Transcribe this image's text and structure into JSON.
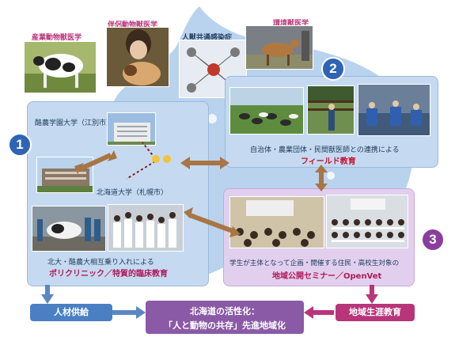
{
  "colors": {
    "map_blue": "#b9d3ee",
    "section_blue": "#4a7fc4",
    "section_purple": "#8a5aa6",
    "arrow_brown": "#a87544",
    "arrow_blue": "#5a87c4",
    "arrow_magenta": "#b8357a",
    "highlight_orange": "#f5c23a",
    "red_text": "#c8102e",
    "magenta_text": "#b01a5a"
  },
  "top_labels": {
    "industrial": "産業動物獣医学",
    "companion": "伴侶動物獣医学",
    "zoonosis": "人獣共通感染症",
    "environment": "環境獣医学"
  },
  "section1": {
    "number": "1",
    "rakuno_label": "酪農学園大学（江別市）",
    "hokudai_label": "北海道大学（札幌市）",
    "caption_line1": "北大・酪農大相互乗り入れによる",
    "caption_line2": "ポリクリニック／特質的臨床教育"
  },
  "section2": {
    "number": "2",
    "caption_line1": "自治体・農業団体・民間獣医師との連携による",
    "caption_line2": "フィールド教育"
  },
  "section3": {
    "number": "3",
    "caption_line1": "学生が主体となって企画・開催する住民・高校生対象の",
    "caption_line2": "地域公開セミナー／OpenVet"
  },
  "bottom": {
    "left_label": "人材供給",
    "center_line1": "北海道の活性化：",
    "center_line2": "「人と動物の共存」先進地域化",
    "right_label": "地域生涯教育"
  },
  "icons": [
    "cow-photo",
    "dog-photo",
    "network-diagram",
    "deer-photo"
  ]
}
